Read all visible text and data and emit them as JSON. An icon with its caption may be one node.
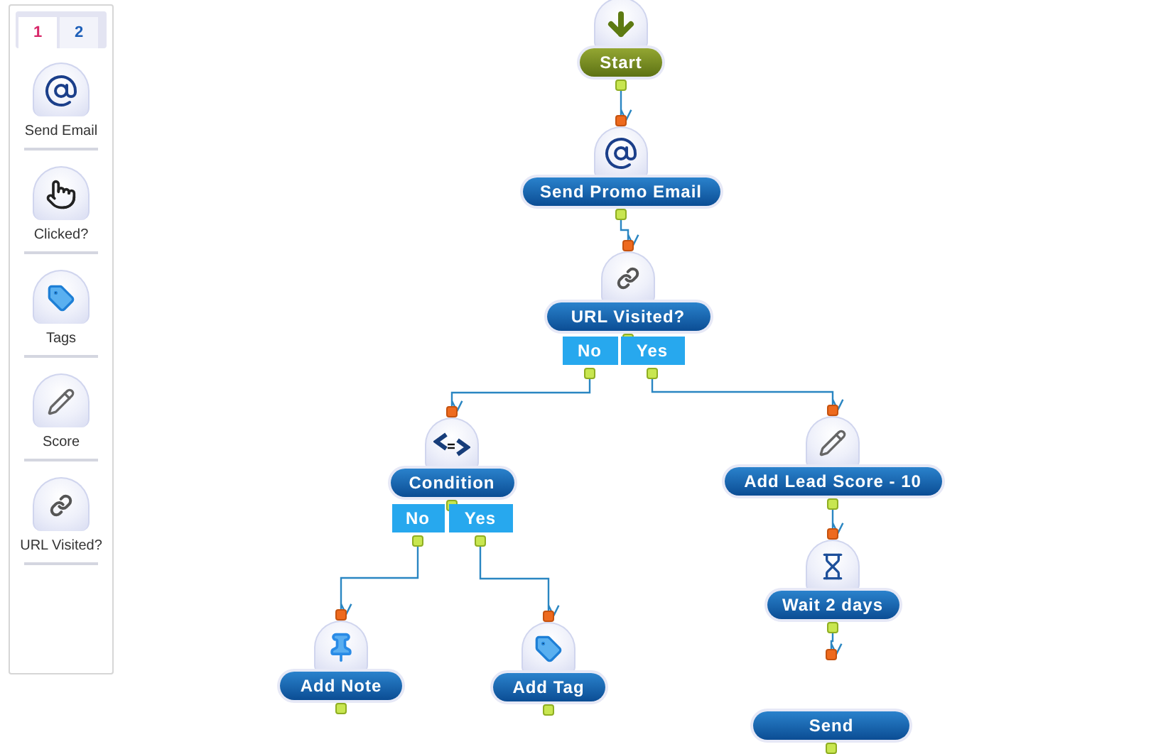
{
  "diagram": {
    "nodes": [
      {
        "text": [
          "Start"
        ]
      },
      {
        "text": [
          "Send Promo Email"
        ]
      },
      {
        "text": [
          "URL Visited?"
        ]
      },
      {
        "text": [
          "No"
        ]
      },
      {
        "text": [
          "Yes"
        ]
      },
      {
        "text": [
          "Condition"
        ]
      },
      {
        "text": [
          "Add Lead Score - 10"
        ]
      },
      {
        "text": [
          "No"
        ]
      },
      {
        "text": [
          "Yes"
        ]
      },
      {
        "text": [
          "Wait 2 days"
        ]
      },
      {
        "text": [
          "Add Note"
        ]
      },
      {
        "text": [
          "Add Tag"
        ]
      },
      {
        "text": [
          "Send"
        ]
      }
    ],
    "edges": [
      {
        "from": 0,
        "to": 1,
        "arrow": "to"
      },
      {
        "from": 1,
        "to": 2,
        "arrow": "to"
      },
      {
        "from": 3,
        "to": 5,
        "arrow": "to"
      },
      {
        "from": 4,
        "to": 6,
        "arrow": "to"
      },
      {
        "from": 7,
        "to": 10,
        "arrow": "to"
      },
      {
        "from": 8,
        "to": 11,
        "arrow": "to"
      },
      {
        "from": 6,
        "to": 9,
        "arrow": "to"
      },
      {
        "from": 9,
        "to": 12,
        "arrow": "to"
      }
    ],
    "labels": [
      "1",
      "2",
      "Send Email",
      "Clicked?",
      "Tags",
      "Score",
      "URL Visited?"
    ]
  }
}
